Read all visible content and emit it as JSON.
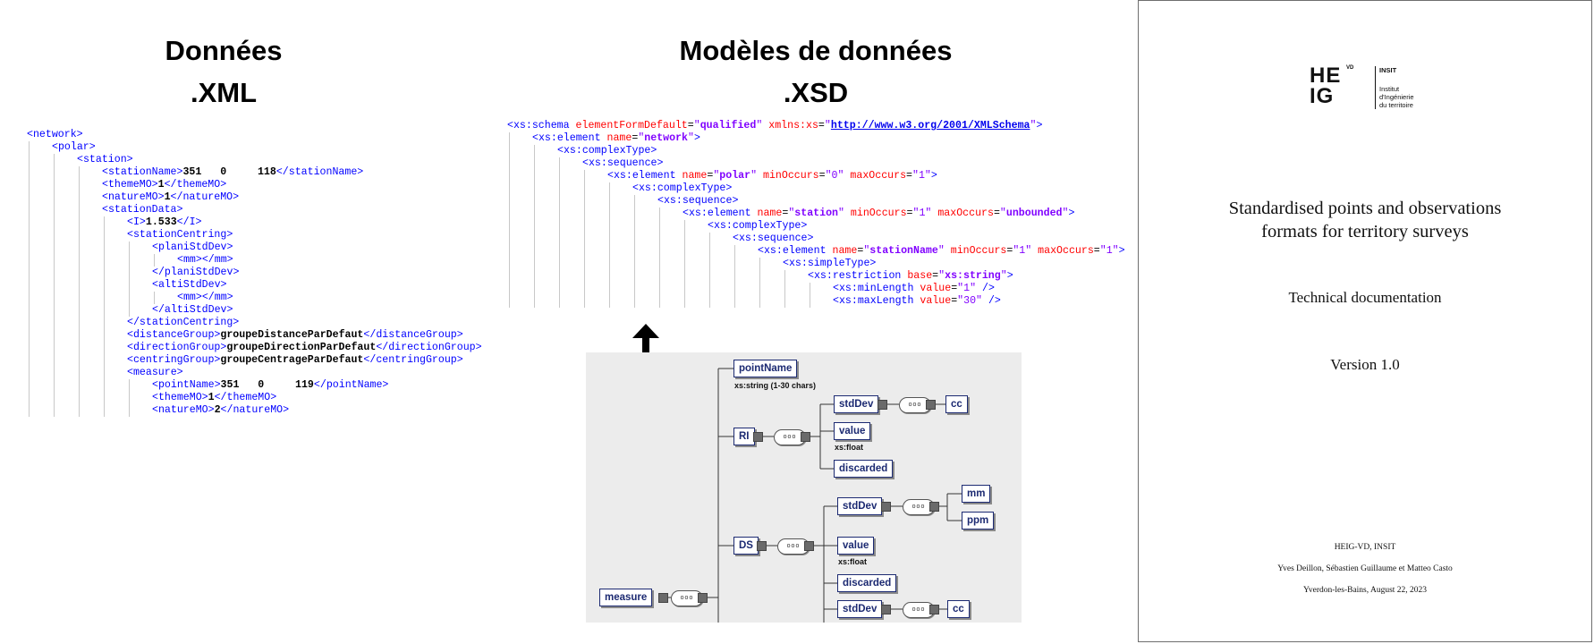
{
  "headings": {
    "data_title": "Données",
    "data_ext": ".XML",
    "model_title": "Modèles de données",
    "model_ext": ".XSD"
  },
  "xml_listing": [
    {
      "indent": 0,
      "parts": [
        {
          "c": "t",
          "s": "<network>"
        }
      ]
    },
    {
      "indent": 1,
      "parts": [
        {
          "c": "t",
          "s": "<polar>"
        }
      ]
    },
    {
      "indent": 2,
      "parts": [
        {
          "c": "t",
          "s": "<station>"
        }
      ]
    },
    {
      "indent": 3,
      "parts": [
        {
          "c": "t",
          "s": "<stationName>"
        },
        {
          "c": "v",
          "s": "351   0     118"
        },
        {
          "c": "t",
          "s": "</stationName>"
        }
      ]
    },
    {
      "indent": 3,
      "parts": [
        {
          "c": "t",
          "s": "<themeMO>"
        },
        {
          "c": "v",
          "s": "1"
        },
        {
          "c": "t",
          "s": "</themeMO>"
        }
      ]
    },
    {
      "indent": 3,
      "parts": [
        {
          "c": "t",
          "s": "<natureMO>"
        },
        {
          "c": "v",
          "s": "1"
        },
        {
          "c": "t",
          "s": "</natureMO>"
        }
      ]
    },
    {
      "indent": 3,
      "parts": [
        {
          "c": "t",
          "s": "<stationData>"
        }
      ]
    },
    {
      "indent": 4,
      "parts": [
        {
          "c": "t",
          "s": "<I>"
        },
        {
          "c": "v",
          "s": "1.533"
        },
        {
          "c": "t",
          "s": "</I>"
        }
      ]
    },
    {
      "indent": 4,
      "parts": [
        {
          "c": "t",
          "s": "<stationCentring>"
        }
      ]
    },
    {
      "indent": 5,
      "parts": [
        {
          "c": "t",
          "s": "<planiStdDev>"
        }
      ]
    },
    {
      "indent": 6,
      "parts": [
        {
          "c": "t",
          "s": "<mm></mm>"
        }
      ]
    },
    {
      "indent": 5,
      "parts": [
        {
          "c": "t",
          "s": "</planiStdDev>"
        }
      ]
    },
    {
      "indent": 5,
      "parts": [
        {
          "c": "t",
          "s": "<altiStdDev>"
        }
      ]
    },
    {
      "indent": 6,
      "parts": [
        {
          "c": "t",
          "s": "<mm></mm>"
        }
      ]
    },
    {
      "indent": 5,
      "parts": [
        {
          "c": "t",
          "s": "</altiStdDev>"
        }
      ]
    },
    {
      "indent": 4,
      "parts": [
        {
          "c": "t",
          "s": "</stationCentring>"
        }
      ]
    },
    {
      "indent": 4,
      "parts": [
        {
          "c": "t",
          "s": "<distanceGroup>"
        },
        {
          "c": "v",
          "s": "groupeDistanceParDefaut"
        },
        {
          "c": "t",
          "s": "</distanceGroup>"
        }
      ]
    },
    {
      "indent": 4,
      "parts": [
        {
          "c": "t",
          "s": "<directionGroup>"
        },
        {
          "c": "v",
          "s": "groupeDirectionParDefaut"
        },
        {
          "c": "t",
          "s": "</directionGroup>"
        }
      ]
    },
    {
      "indent": 4,
      "parts": [
        {
          "c": "t",
          "s": "<centringGroup>"
        },
        {
          "c": "v",
          "s": "groupeCentrageParDefaut"
        },
        {
          "c": "t",
          "s": "</centringGroup>"
        }
      ]
    },
    {
      "indent": 4,
      "parts": [
        {
          "c": "t",
          "s": "<measure>"
        }
      ]
    },
    {
      "indent": 5,
      "parts": [
        {
          "c": "t",
          "s": "<pointName>"
        },
        {
          "c": "v",
          "s": "351   0     119"
        },
        {
          "c": "t",
          "s": "</pointName>"
        }
      ]
    },
    {
      "indent": 5,
      "parts": [
        {
          "c": "t",
          "s": "<themeMO>"
        },
        {
          "c": "v",
          "s": "1"
        },
        {
          "c": "t",
          "s": "</themeMO>"
        }
      ]
    },
    {
      "indent": 5,
      "parts": [
        {
          "c": "t",
          "s": "<natureMO>"
        },
        {
          "c": "v",
          "s": "2"
        },
        {
          "c": "t",
          "s": "</natureMO>"
        }
      ]
    }
  ],
  "xsd_listing": [
    {
      "indent": 0,
      "parts": [
        {
          "c": "t",
          "s": "<xs:schema "
        },
        {
          "c": "an",
          "s": "elementFormDefault"
        },
        {
          "c": "eq",
          "s": "="
        },
        {
          "c": "q",
          "s": "\""
        },
        {
          "c": "av",
          "s": "qualified"
        },
        {
          "c": "q",
          "s": "\""
        },
        {
          "c": "an",
          "s": " xmlns:xs"
        },
        {
          "c": "eq",
          "s": "="
        },
        {
          "c": "q",
          "s": "\""
        },
        {
          "c": "url",
          "s": "http://www.w3.org/2001/XMLSchema"
        },
        {
          "c": "q",
          "s": "\""
        },
        {
          "c": "t",
          "s": ">"
        }
      ]
    },
    {
      "indent": 1,
      "parts": [
        {
          "c": "t",
          "s": "<xs:element "
        },
        {
          "c": "an",
          "s": "name"
        },
        {
          "c": "eq",
          "s": "="
        },
        {
          "c": "q",
          "s": "\""
        },
        {
          "c": "av",
          "s": "network"
        },
        {
          "c": "q",
          "s": "\""
        },
        {
          "c": "t",
          "s": ">"
        }
      ]
    },
    {
      "indent": 2,
      "parts": [
        {
          "c": "t",
          "s": "<xs:complexType>"
        }
      ]
    },
    {
      "indent": 3,
      "parts": [
        {
          "c": "t",
          "s": "<xs:sequence>"
        }
      ]
    },
    {
      "indent": 4,
      "parts": [
        {
          "c": "t",
          "s": "<xs:element "
        },
        {
          "c": "an",
          "s": "name"
        },
        {
          "c": "eq",
          "s": "="
        },
        {
          "c": "q",
          "s": "\""
        },
        {
          "c": "av",
          "s": "polar"
        },
        {
          "c": "q",
          "s": "\""
        },
        {
          "c": "an",
          "s": " minOccurs"
        },
        {
          "c": "eq",
          "s": "="
        },
        {
          "c": "q",
          "s": "\"0\""
        },
        {
          "c": "an",
          "s": " maxOccurs"
        },
        {
          "c": "eq",
          "s": "="
        },
        {
          "c": "q",
          "s": "\"1\""
        },
        {
          "c": "t",
          "s": ">"
        }
      ]
    },
    {
      "indent": 5,
      "parts": [
        {
          "c": "t",
          "s": "<xs:complexType>"
        }
      ]
    },
    {
      "indent": 6,
      "parts": [
        {
          "c": "t",
          "s": "<xs:sequence>"
        }
      ]
    },
    {
      "indent": 7,
      "parts": [
        {
          "c": "t",
          "s": "<xs:element "
        },
        {
          "c": "an",
          "s": "name"
        },
        {
          "c": "eq",
          "s": "="
        },
        {
          "c": "q",
          "s": "\""
        },
        {
          "c": "av",
          "s": "station"
        },
        {
          "c": "q",
          "s": "\""
        },
        {
          "c": "an",
          "s": " minOccurs"
        },
        {
          "c": "eq",
          "s": "="
        },
        {
          "c": "q",
          "s": "\"1\""
        },
        {
          "c": "an",
          "s": " maxOccurs"
        },
        {
          "c": "eq",
          "s": "="
        },
        {
          "c": "q",
          "s": "\""
        },
        {
          "c": "av",
          "s": "unbounded"
        },
        {
          "c": "q",
          "s": "\""
        },
        {
          "c": "t",
          "s": ">"
        }
      ]
    },
    {
      "indent": 8,
      "parts": [
        {
          "c": "t",
          "s": "<xs:complexType>"
        }
      ]
    },
    {
      "indent": 9,
      "parts": [
        {
          "c": "t",
          "s": "<xs:sequence>"
        }
      ]
    },
    {
      "indent": 10,
      "parts": [
        {
          "c": "t",
          "s": "<xs:element "
        },
        {
          "c": "an",
          "s": "name"
        },
        {
          "c": "eq",
          "s": "="
        },
        {
          "c": "q",
          "s": "\""
        },
        {
          "c": "av",
          "s": "stationName"
        },
        {
          "c": "q",
          "s": "\""
        },
        {
          "c": "an",
          "s": " minOccurs"
        },
        {
          "c": "eq",
          "s": "="
        },
        {
          "c": "q",
          "s": "\"1\""
        },
        {
          "c": "an",
          "s": " maxOccurs"
        },
        {
          "c": "eq",
          "s": "="
        },
        {
          "c": "q",
          "s": "\"1\""
        },
        {
          "c": "t",
          "s": ">"
        }
      ]
    },
    {
      "indent": 11,
      "parts": [
        {
          "c": "t",
          "s": "<xs:simpleType>"
        }
      ]
    },
    {
      "indent": 12,
      "parts": [
        {
          "c": "t",
          "s": "<xs:restriction "
        },
        {
          "c": "an",
          "s": "base"
        },
        {
          "c": "eq",
          "s": "="
        },
        {
          "c": "q",
          "s": "\""
        },
        {
          "c": "av",
          "s": "xs:string"
        },
        {
          "c": "q",
          "s": "\""
        },
        {
          "c": "t",
          "s": ">"
        }
      ]
    },
    {
      "indent": 13,
      "parts": [
        {
          "c": "t",
          "s": "<xs:minLength "
        },
        {
          "c": "an",
          "s": "value"
        },
        {
          "c": "eq",
          "s": "="
        },
        {
          "c": "q",
          "s": "\"1\""
        },
        {
          "c": "t",
          "s": " />"
        }
      ]
    },
    {
      "indent": 13,
      "parts": [
        {
          "c": "t",
          "s": "<xs:maxLength "
        },
        {
          "c": "an",
          "s": "value"
        },
        {
          "c": "eq",
          "s": "="
        },
        {
          "c": "q",
          "s": "\"30\""
        },
        {
          "c": "t",
          "s": " />"
        }
      ]
    }
  ],
  "diagram": {
    "nodes": {
      "pointName": "pointName",
      "pointName_type": "xs:string (1-30 chars)",
      "ri": "RI",
      "ri_stddev": "stdDev",
      "ri_cc": "cc",
      "ri_value": "value",
      "ri_value_type": "xs:float",
      "ri_discarded": "discarded",
      "ds": "DS",
      "ds_stddev": "stdDev",
      "ds_mm": "mm",
      "ds_ppm": "ppm",
      "ds_value": "value",
      "ds_value_type": "xs:float",
      "ds_discarded": "discarded",
      "measure": "measure",
      "last_stddev": "stdDev",
      "last_cc": "cc"
    },
    "sequence_glyph": "ooo"
  },
  "cover": {
    "logo_letters_top": "HE",
    "logo_letters_bottom": "IG",
    "logo_vd": "VD",
    "logo_insit": "INSIT",
    "logo_institute": [
      "Institut",
      "d'Ingénierie",
      "du territoire"
    ],
    "title_line1": "Standardised points and observations",
    "title_line2": "formats for territory surveys",
    "subtitle": "Technical documentation",
    "version": "Version 1.0",
    "org": "HEIG-VD, INSIT",
    "authors": "Yves Deillon, Sébastien Guillaume et Matteo Casto",
    "place_date": "Yverdon-les-Bains, August 22, 2023"
  }
}
